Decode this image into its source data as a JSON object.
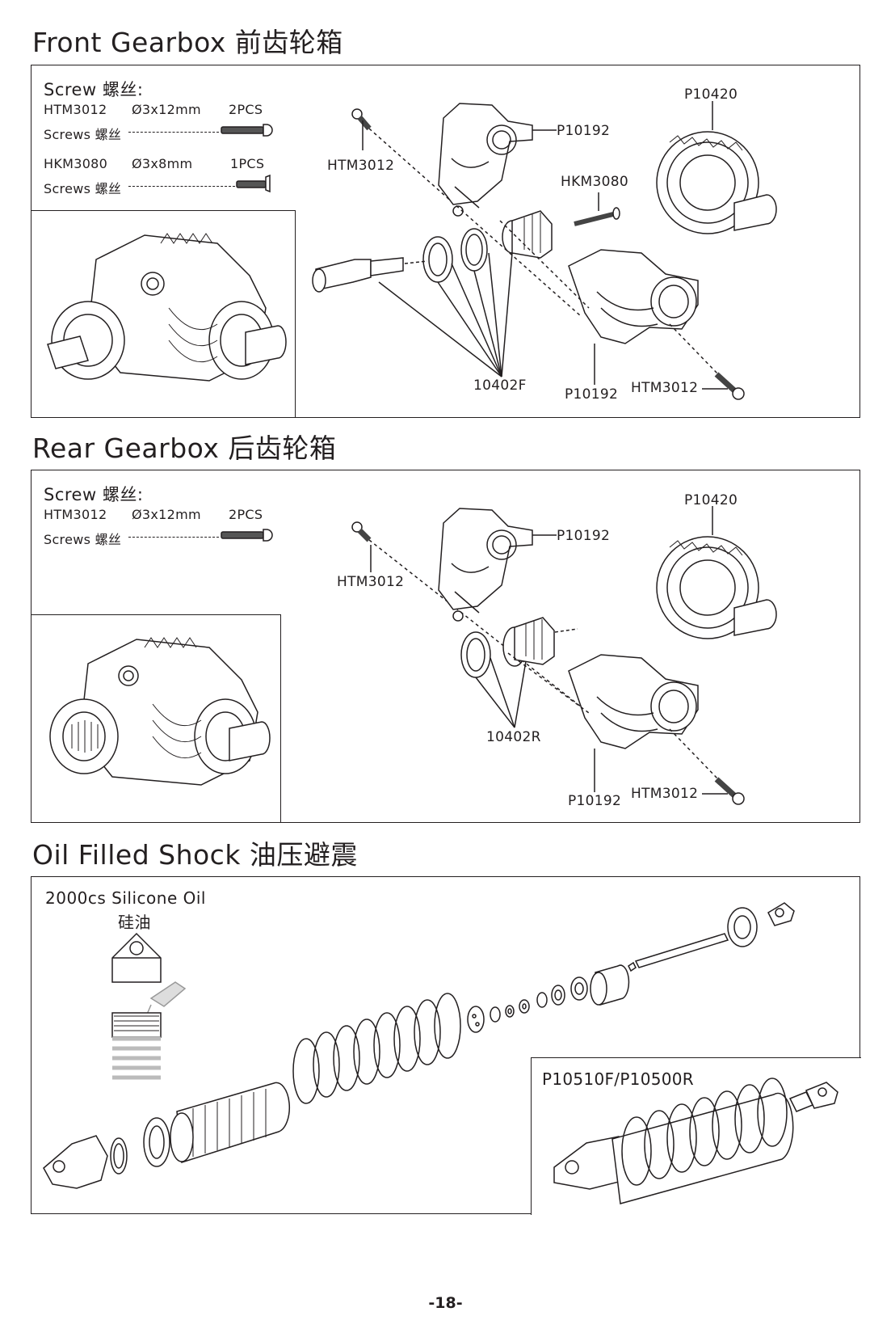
{
  "front": {
    "title": "Front Gearbox 前齿轮箱",
    "screw_title": "Screw 螺丝:",
    "screws": [
      {
        "code": "HTM3012",
        "size": "Ø3x12mm",
        "qty": "2PCS",
        "label": "Screws 螺丝"
      },
      {
        "code": "HKM3080",
        "size": "Ø3x8mm",
        "qty": "1PCS",
        "label": "Screws 螺丝"
      }
    ],
    "callouts": {
      "htm3012_top": "HTM3012",
      "p10192_top": "P10192",
      "p10420": "P10420",
      "hkm3080": "HKM3080",
      "bearing": "10402F",
      "p10192_bottom": "P10192",
      "htm3012_bottom": "HTM3012"
    }
  },
  "rear": {
    "title": "Rear Gearbox 后齿轮箱",
    "screw_title": "Screw 螺丝:",
    "screws": [
      {
        "code": "HTM3012",
        "size": "Ø3x12mm",
        "qty": "2PCS",
        "label": "Screws 螺丝"
      }
    ],
    "callouts": {
      "htm3012_top": "HTM3012",
      "p10192_top": "P10192",
      "p10420": "P10420",
      "bearing": "10402R",
      "p10192_bottom": "P10192",
      "htm3012_bottom": "HTM3012"
    }
  },
  "shock": {
    "title": "Oil Filled Shock 油压避震",
    "oil_label": "2000cs Silicone Oil",
    "oil_label_cn": "硅油",
    "part_numbers": "P10510F/P10500R"
  },
  "page_number": "-18-",
  "colors": {
    "ink": "#231f20",
    "paper": "#ffffff",
    "shade": "#cfcfcf"
  }
}
